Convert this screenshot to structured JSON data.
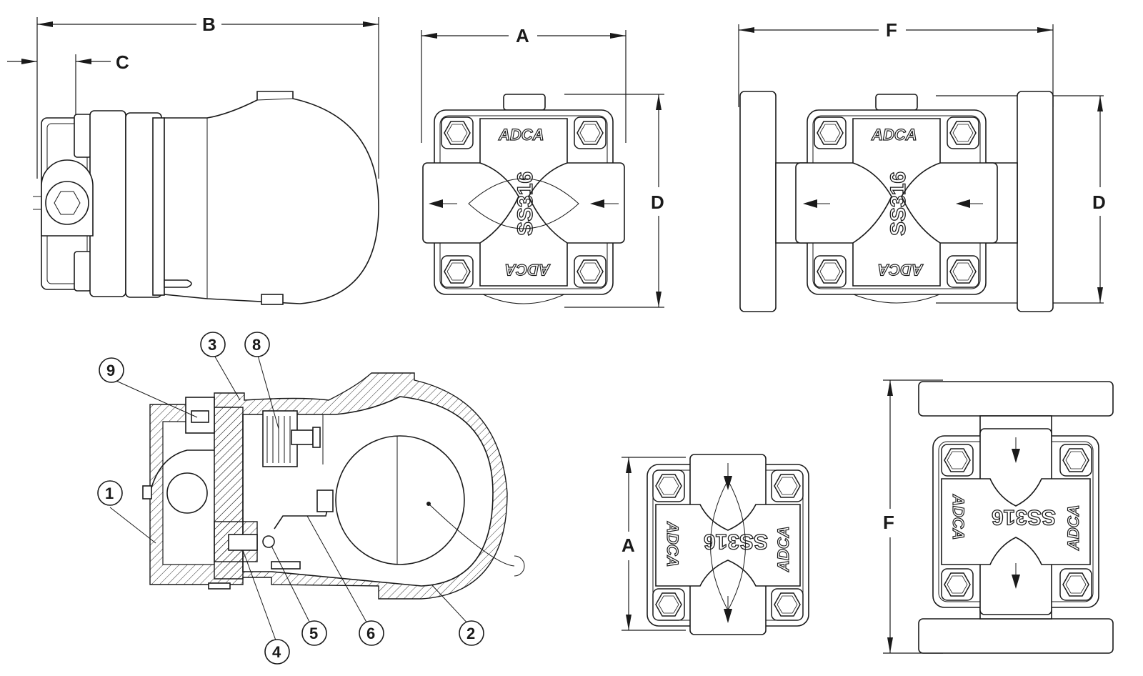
{
  "dimensions": {
    "A": "A",
    "B": "B",
    "C": "C",
    "D": "D",
    "F": "F"
  },
  "engravings": {
    "material": "SS316",
    "brand": "ADCA"
  },
  "callouts": [
    "1",
    "2",
    "3",
    "4",
    "5",
    "6",
    "8",
    "9"
  ]
}
